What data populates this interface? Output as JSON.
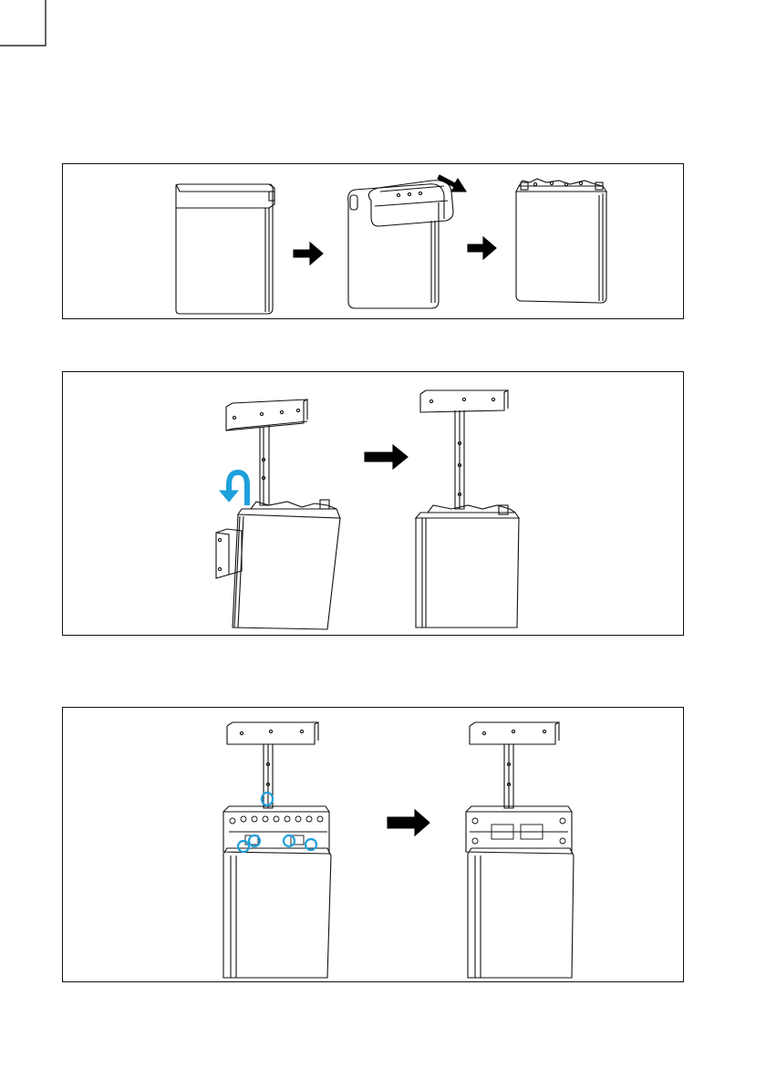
{
  "document": {
    "steps": [
      {
        "id": "step-1",
        "figures": [
          "battery-with-cover",
          "cover-removed",
          "battery-without-cover"
        ],
        "arrow_color": "#000000"
      },
      {
        "id": "step-2",
        "figures": [
          "bracket-above-battery",
          "bracket-hooked-on-battery"
        ],
        "accent_color": "#1ea0dc"
      },
      {
        "id": "step-3",
        "figures": [
          "bracket-screws-highlighted",
          "bracket-secured"
        ],
        "accent_color": "#1ea0dc"
      }
    ]
  }
}
